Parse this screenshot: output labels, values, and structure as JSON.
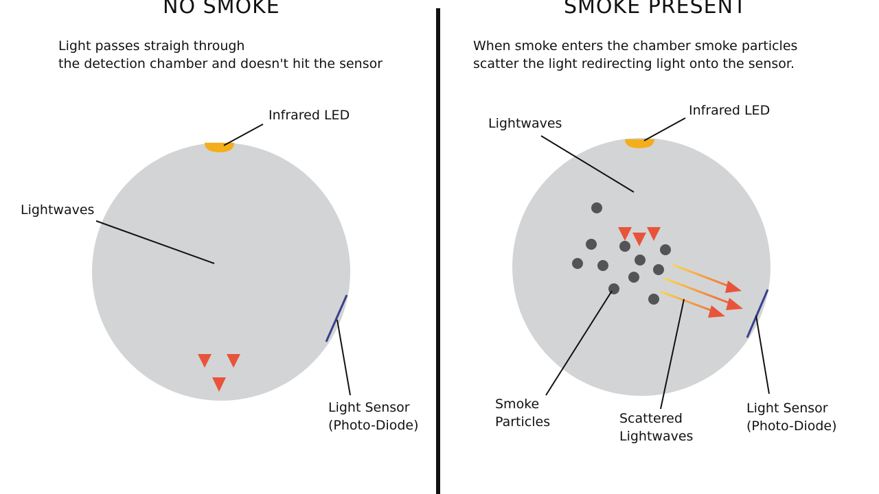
{
  "left_panel": {
    "title": "NO SMOKE",
    "description_line1": "Light passes straigh through",
    "description_line2": "the detection chamber and doesn't hit the sensor",
    "labels": {
      "led": "Infrared LED",
      "lightwaves": "Lightwaves",
      "sensor_line1": "Light Sensor",
      "sensor_line2": "(Photo-Diode)"
    }
  },
  "right_panel": {
    "title": "SMOKE PRESENT",
    "description_line1": "When smoke enters the chamber smoke particles",
    "description_line2": "scatter the light redirecting light onto the sensor.",
    "labels": {
      "led": "Infrared LED",
      "lightwaves": "Lightwaves",
      "smoke_line1": "Smoke",
      "smoke_line2": "Particles",
      "scattered_line1": "Scattered",
      "scattered_line2": "Lightwaves",
      "sensor_line1": "Light Sensor",
      "sensor_line2": "(Photo-Diode)"
    }
  },
  "colors": {
    "chamber": "#d3d4d5",
    "led": "#f5ae1b",
    "arrow_start": "#ffd84a",
    "arrow_end": "#e8543a",
    "sensor": "#3a3f8f",
    "particle": "#545456",
    "divider": "#111111"
  }
}
